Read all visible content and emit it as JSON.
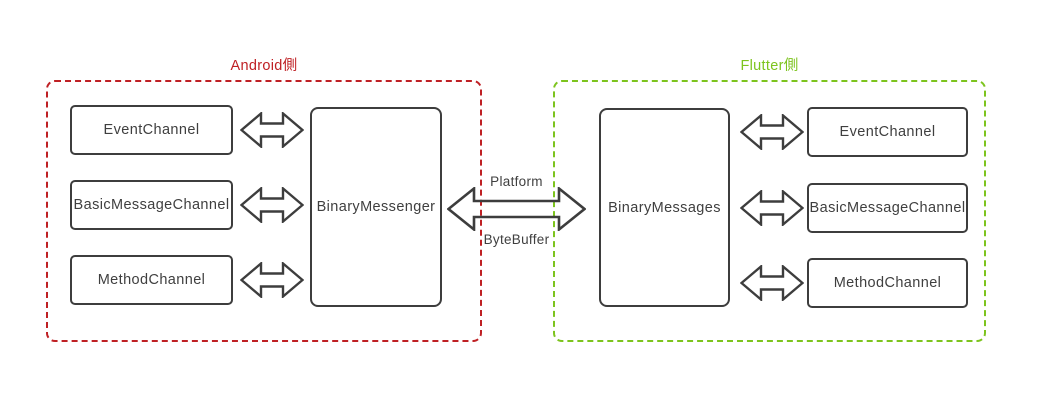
{
  "android": {
    "label": "Android側",
    "accent": "#bf2024",
    "channels": [
      "EventChannel",
      "BasicMessageChannel",
      "MethodChannel"
    ],
    "hub": "BinaryMessenger"
  },
  "flutter": {
    "label": "Flutter側",
    "accent": "#7dc41e",
    "hub": "BinaryMessages",
    "channels": [
      "EventChannel",
      "BasicMessageChannel",
      "MethodChannel"
    ]
  },
  "bridge": {
    "top_label": "Platform",
    "bottom_label": "ByteBuffer"
  },
  "icons": {
    "small_arrow": "double-arrow-icon",
    "bridge_arrow": "bridge-double-arrow-icon"
  },
  "colors": {
    "node_stroke": "#3d3d3d",
    "text": "#3f3f3f",
    "background": "#ffffff"
  }
}
